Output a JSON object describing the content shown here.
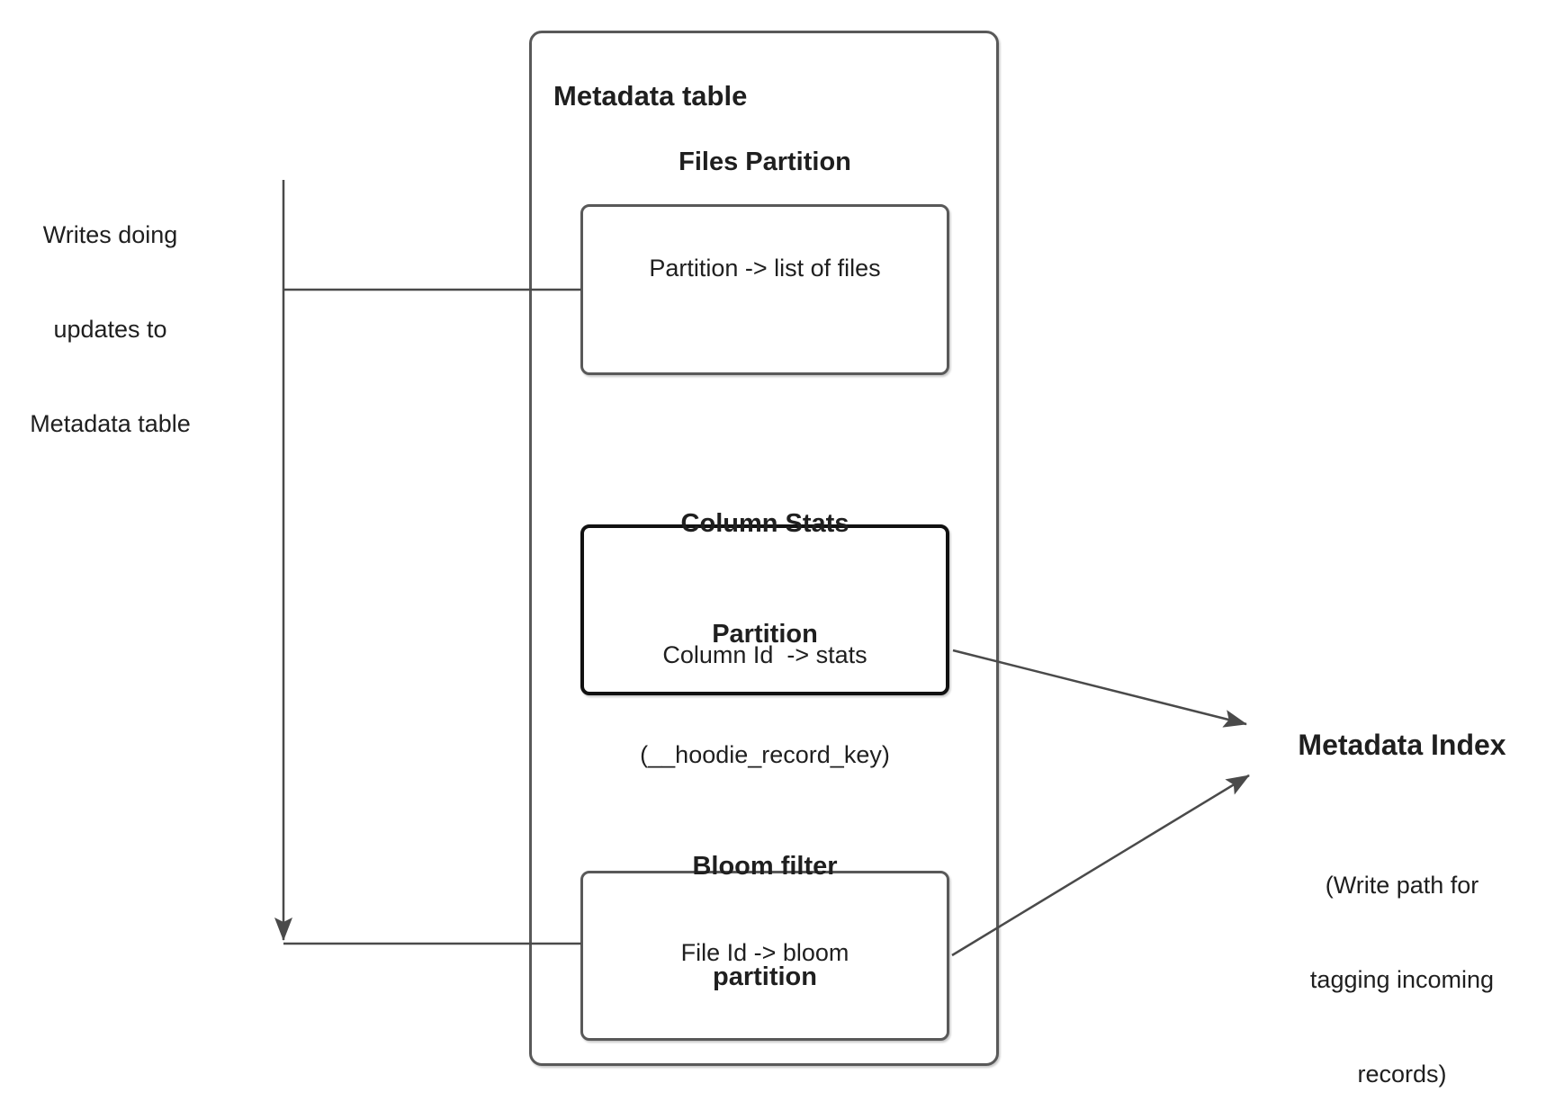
{
  "left_note": {
    "line1": "Writes doing",
    "line2": "updates to",
    "line3": "Metadata table"
  },
  "metadata_table": {
    "title": "Metadata table",
    "files_partition": {
      "heading": "Files Partition",
      "body": "Partition -> list of files"
    },
    "column_stats_partition": {
      "heading_line1": "Column Stats",
      "heading_line2": "Partition",
      "body_line1": "Column Id  -> stats",
      "body_line2": "(__hoodie_record_key)"
    },
    "bloom_filter_partition": {
      "heading_line1": "Bloom filter",
      "heading_line2": "partition",
      "body": "File Id -> bloom"
    }
  },
  "metadata_index": {
    "title": "Metadata Index",
    "subtitle_line1": "(Write path for",
    "subtitle_line2": "tagging incoming",
    "subtitle_line3": "records)"
  },
  "colors": {
    "box_border_gray": "#595959",
    "box_border_black": "#111111",
    "connector": "#4a4a4a",
    "text": "#1f1f1f",
    "background": "#ffffff"
  }
}
